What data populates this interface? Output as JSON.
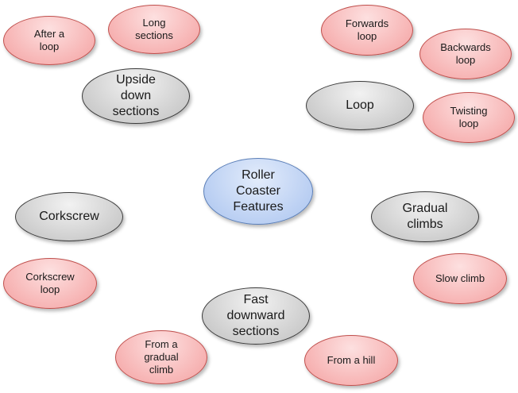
{
  "diagram": {
    "center": "Roller\nCoaster\nFeatures",
    "topics": {
      "upside_down": "Upside\ndown\nsections",
      "loop": "Loop",
      "corkscrew": "Corkscrew",
      "gradual_climbs": "Gradual\nclimbs",
      "fast_downward": "Fast\ndownward\nsections"
    },
    "details": {
      "after_loop": "After a\nloop",
      "long_sections": "Long\nsections",
      "forwards_loop": "Forwards\nloop",
      "backwards_loop": "Backwards\nloop",
      "twisting_loop": "Twisting\nloop",
      "corkscrew_loop": "Corkscrew\nloop",
      "slow_climb": "Slow climb",
      "from_gradual_climb": "From a\ngradual\nclimb",
      "from_hill": "From a hill"
    }
  },
  "colors": {
    "center_fill": "#a9c3ef",
    "topic_fill": "#bfbfbf",
    "detail_fill": "#f4a1a1"
  }
}
